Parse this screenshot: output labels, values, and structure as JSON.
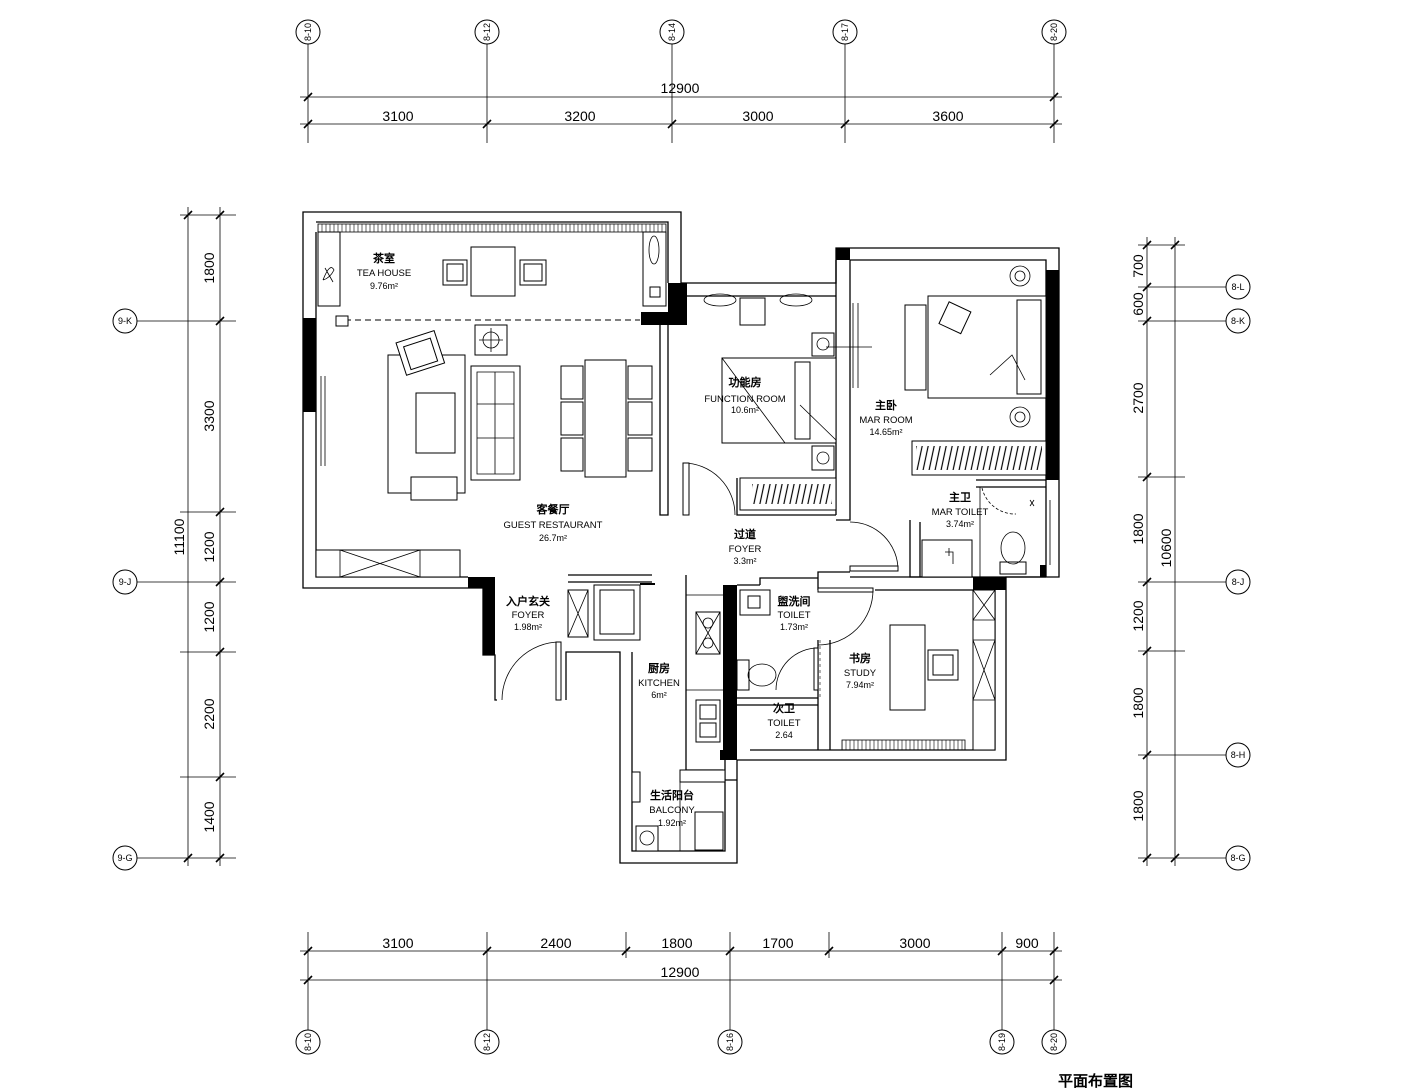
{
  "title": "平面布置图",
  "axes": {
    "top": [
      "8-10",
      "8-12",
      "8-14",
      "8-17",
      "8-20"
    ],
    "bottom": [
      "8-10",
      "8-12",
      "8-16",
      "8-19",
      "8-20"
    ],
    "left": [
      "9-K",
      "9-J",
      "9-G"
    ],
    "right": [
      "8-L",
      "8-K",
      "8-J",
      "8-H",
      "8-G"
    ]
  },
  "dims": {
    "top_total": "12900",
    "top": [
      "3100",
      "3200",
      "3000",
      "3600"
    ],
    "bottom": [
      "3100",
      "2400",
      "1800",
      "1700",
      "3000",
      "900"
    ],
    "bottom_total": "12900",
    "left_total": "11100",
    "left": [
      "1800",
      "3300",
      "1200",
      "1200",
      "2200",
      "1400"
    ],
    "right_total": "10600",
    "right": [
      "700",
      "600",
      "2700",
      "1800",
      "1200",
      "1800",
      "1800"
    ]
  },
  "rooms": [
    {
      "cn": "茶室",
      "en": "TEA HOUSE",
      "area": "9.76m²"
    },
    {
      "cn": "客餐厅",
      "en": "GUEST RESTAURANT",
      "area": "26.7m²"
    },
    {
      "cn": "功能房",
      "en": "FUNCTION ROOM",
      "area": "10.6m²"
    },
    {
      "cn": "主卧",
      "en": "MAR ROOM",
      "area": "14.65m²"
    },
    {
      "cn": "主卫",
      "en": "MAR TOILET",
      "area": "3.74m²"
    },
    {
      "cn": "过道",
      "en": "FOYER",
      "area": "3.3m²"
    },
    {
      "cn": "入户玄关",
      "en": "FOYER",
      "area": "1.98m²"
    },
    {
      "cn": "盥洗间",
      "en": "TOILET",
      "area": "1.73m²"
    },
    {
      "cn": "厨房",
      "en": "KITCHEN",
      "area": "6m²"
    },
    {
      "cn": "书房",
      "en": "STUDY",
      "area": "7.94m²"
    },
    {
      "cn": "次卫",
      "en": "TOILET",
      "area": "2.64"
    },
    {
      "cn": "生活阳台",
      "en": "BALCONY",
      "area": "1.92m²"
    }
  ]
}
